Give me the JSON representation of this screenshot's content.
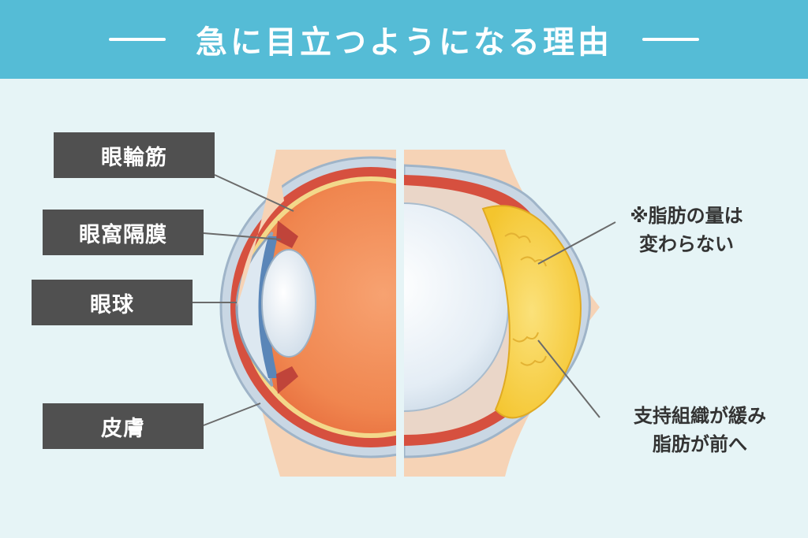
{
  "header": {
    "title": "急に目立つようになる理由"
  },
  "labels": {
    "eyelid_muscle": "眼輪筋",
    "orbital_septum": "眼窩隔膜",
    "eyeball": "眼球",
    "skin": "皮膚"
  },
  "notes": {
    "fat_volume_line1": "※脂肪の量は",
    "fat_volume_line2": "変わらない",
    "tissue_line1": "支持組織が緩み",
    "tissue_line2": "脂肪が前へ"
  },
  "colors": {
    "header_bg": "#55bcd6",
    "background": "#e6f4f6",
    "skin": "#f6d3b6",
    "muscle": "#d6503f",
    "eyeball": "#f18a52",
    "lens": "#dfe9f2",
    "fat": "#f8d24a",
    "label_bg": "#505050"
  }
}
